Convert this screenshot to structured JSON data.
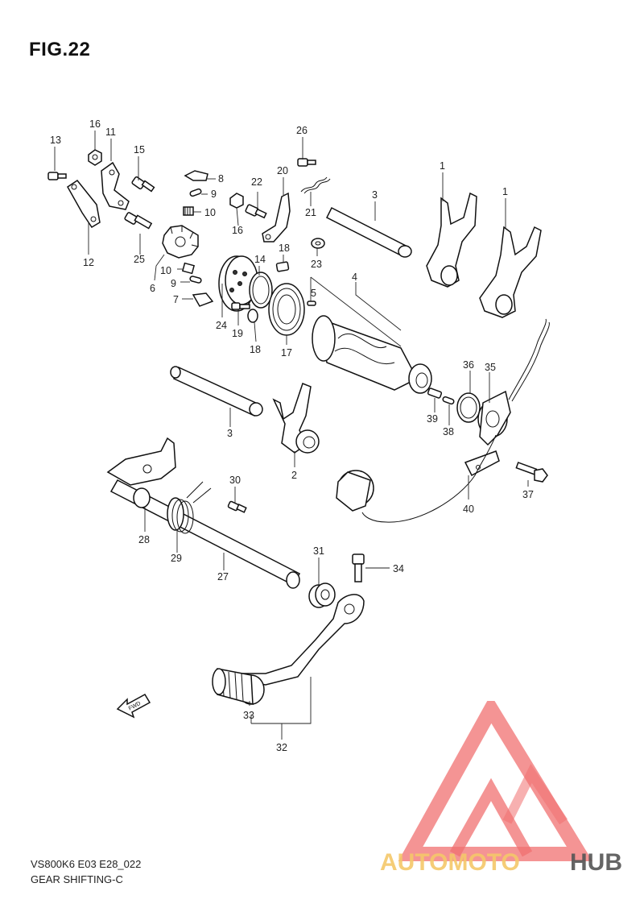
{
  "figure": {
    "title": "FIG.22"
  },
  "callouts": [
    {
      "id": "c1a",
      "text": "1"
    },
    {
      "id": "c1b",
      "text": "1"
    },
    {
      "id": "c2",
      "text": "2"
    },
    {
      "id": "c3a",
      "text": "3"
    },
    {
      "id": "c3b",
      "text": "3"
    },
    {
      "id": "c4",
      "text": "4"
    },
    {
      "id": "c5",
      "text": "5"
    },
    {
      "id": "c6",
      "text": "6"
    },
    {
      "id": "c7",
      "text": "7"
    },
    {
      "id": "c8",
      "text": "8"
    },
    {
      "id": "c9a",
      "text": "9"
    },
    {
      "id": "c9b",
      "text": "9"
    },
    {
      "id": "c10a",
      "text": "10"
    },
    {
      "id": "c10b",
      "text": "10"
    },
    {
      "id": "c11",
      "text": "11"
    },
    {
      "id": "c12",
      "text": "12"
    },
    {
      "id": "c13",
      "text": "13"
    },
    {
      "id": "c14",
      "text": "14"
    },
    {
      "id": "c15",
      "text": "15"
    },
    {
      "id": "c16a",
      "text": "16"
    },
    {
      "id": "c16b",
      "text": "16"
    },
    {
      "id": "c17",
      "text": "17"
    },
    {
      "id": "c18a",
      "text": "18"
    },
    {
      "id": "c18b",
      "text": "18"
    },
    {
      "id": "c19",
      "text": "19"
    },
    {
      "id": "c20",
      "text": "20"
    },
    {
      "id": "c21",
      "text": "21"
    },
    {
      "id": "c22",
      "text": "22"
    },
    {
      "id": "c23",
      "text": "23"
    },
    {
      "id": "c24",
      "text": "24"
    },
    {
      "id": "c25",
      "text": "25"
    },
    {
      "id": "c26",
      "text": "26"
    },
    {
      "id": "c27",
      "text": "27"
    },
    {
      "id": "c28",
      "text": "28"
    },
    {
      "id": "c29",
      "text": "29"
    },
    {
      "id": "c30",
      "text": "30"
    },
    {
      "id": "c31",
      "text": "31"
    },
    {
      "id": "c32",
      "text": "32"
    },
    {
      "id": "c33",
      "text": "33"
    },
    {
      "id": "c34",
      "text": "34"
    },
    {
      "id": "c35",
      "text": "35"
    },
    {
      "id": "c36",
      "text": "36"
    },
    {
      "id": "c37",
      "text": "37"
    },
    {
      "id": "c38",
      "text": "38"
    },
    {
      "id": "c39",
      "text": "39"
    },
    {
      "id": "c40",
      "text": "40"
    }
  ],
  "fwd_label": "FWD",
  "footer": {
    "model_code": "VS800K6 E03 E28_022",
    "section": "GEAR SHIFTING-C"
  },
  "watermark": {
    "brand_part1": "AUTOMOTO",
    "brand_part2": "HUB",
    "color_primary": "#f07070",
    "color_accent": "#f5c86a",
    "color_dark": "#555555"
  }
}
